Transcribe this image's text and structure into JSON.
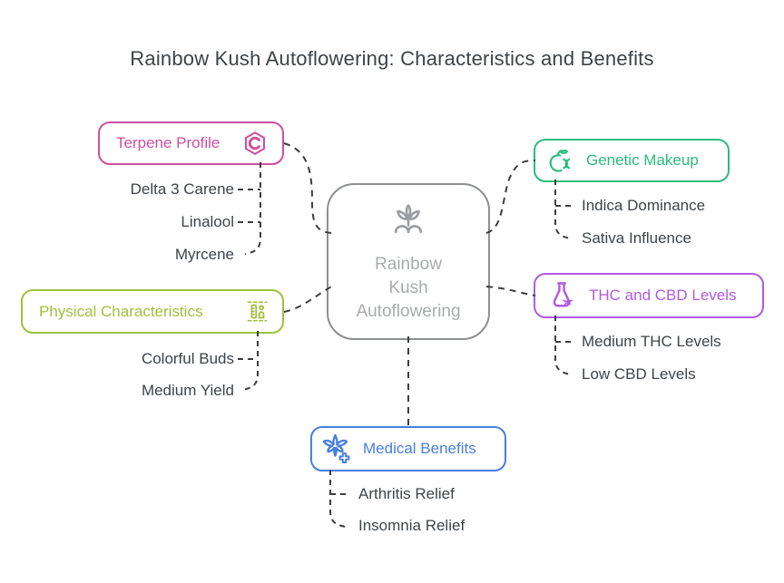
{
  "title": "Rainbow Kush Autoflowering: Characteristics and Benefits",
  "center": {
    "lines": [
      "Rainbow",
      "Kush",
      "Autoflowering"
    ],
    "icon": "sprout-icon"
  },
  "branches": [
    {
      "id": "terpene-profile",
      "label": "Terpene Profile",
      "color": "#cf4f9e",
      "icon": "terpene-hexagon-c-icon",
      "items": [
        "Delta 3 Carene",
        "Linalool",
        "Myrcene"
      ]
    },
    {
      "id": "physical-characteristics",
      "label": "Physical Characteristics",
      "color": "#9fc13c",
      "icon": "height-ruler-icon",
      "items": [
        "Colorful Buds",
        "Medium Yield"
      ]
    },
    {
      "id": "genetic-makeup",
      "label": "Genetic Makeup",
      "color": "#2abc7f",
      "icon": "apple-dna-icon",
      "items": [
        "Indica Dominance",
        "Sativa Influence"
      ]
    },
    {
      "id": "thc-cbd-levels",
      "label": "THC and CBD Levels",
      "color": "#b259e4",
      "icon": "flask-leaf-icon",
      "items": [
        "Medium THC Levels",
        "Low CBD Levels"
      ]
    },
    {
      "id": "medical-benefits",
      "label": "Medical Benefits",
      "color": "#477fe0",
      "icon": "leaf-cross-icon",
      "items": [
        "Arthritis Relief",
        "Insomnia Relief"
      ]
    }
  ],
  "colors": {
    "title_text": "#3e4347",
    "item_text": "#3f4449",
    "connector": "#3a3d40",
    "center_border": "#8c8f92",
    "center_text": "#a8abad",
    "center_icon": "#9b9ea1"
  }
}
